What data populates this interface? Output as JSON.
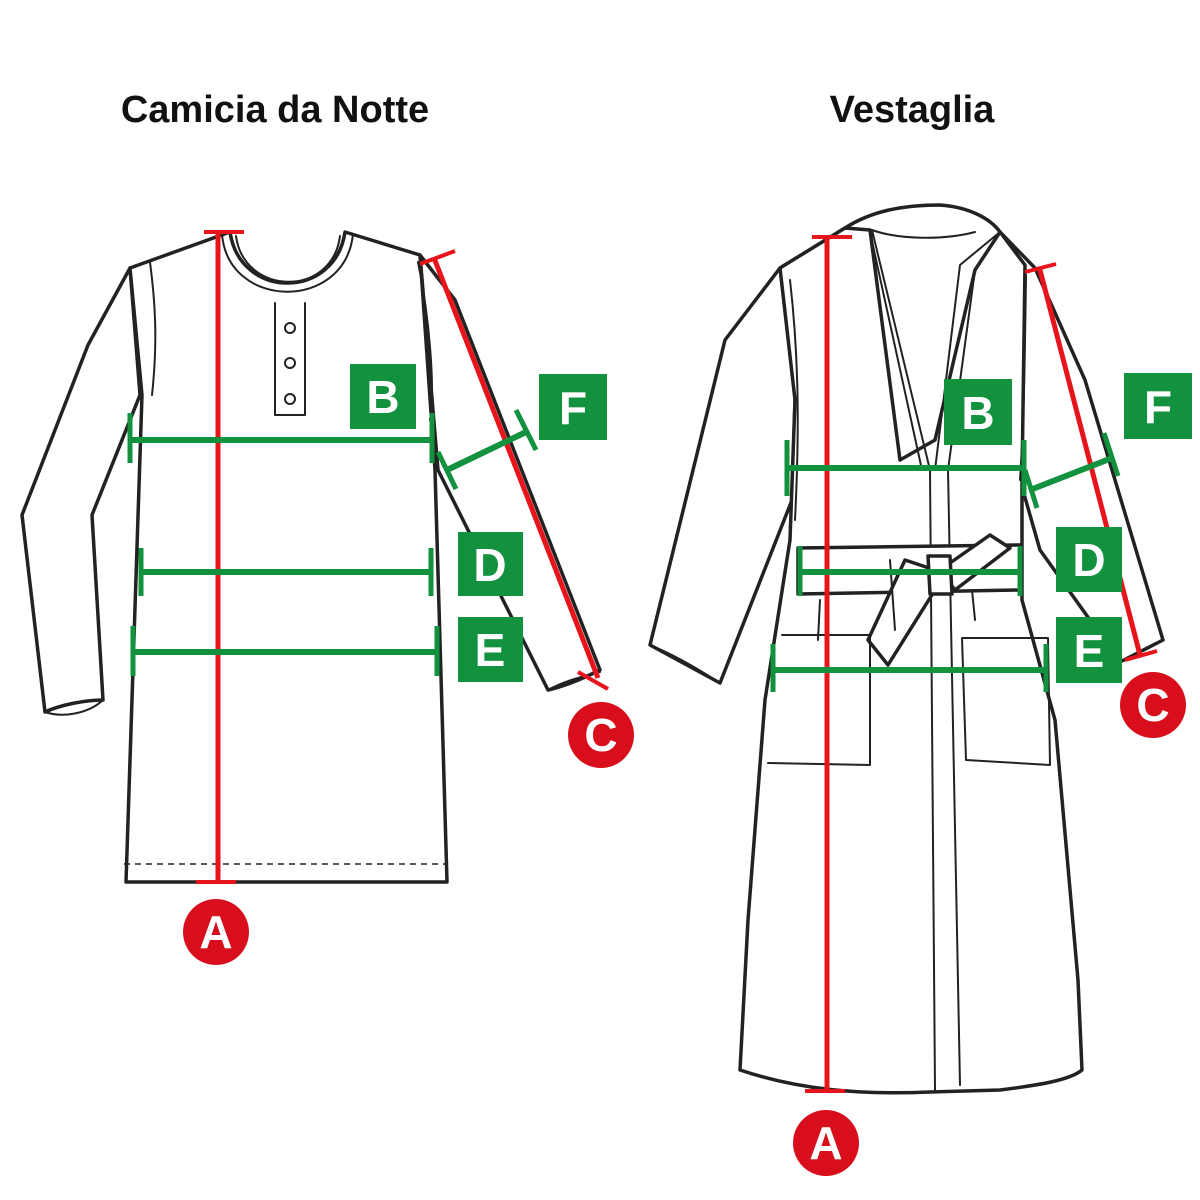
{
  "titles": {
    "left": "Camicia da Notte",
    "right": "Vestaglia"
  },
  "labels": {
    "a": "A",
    "b": "B",
    "c": "C",
    "d": "D",
    "e": "E",
    "f": "F"
  },
  "colors": {
    "measure_green": "#12913f",
    "measure_red": "#e8141b",
    "badge_red": "#d90e1c",
    "outline": "#222222"
  }
}
